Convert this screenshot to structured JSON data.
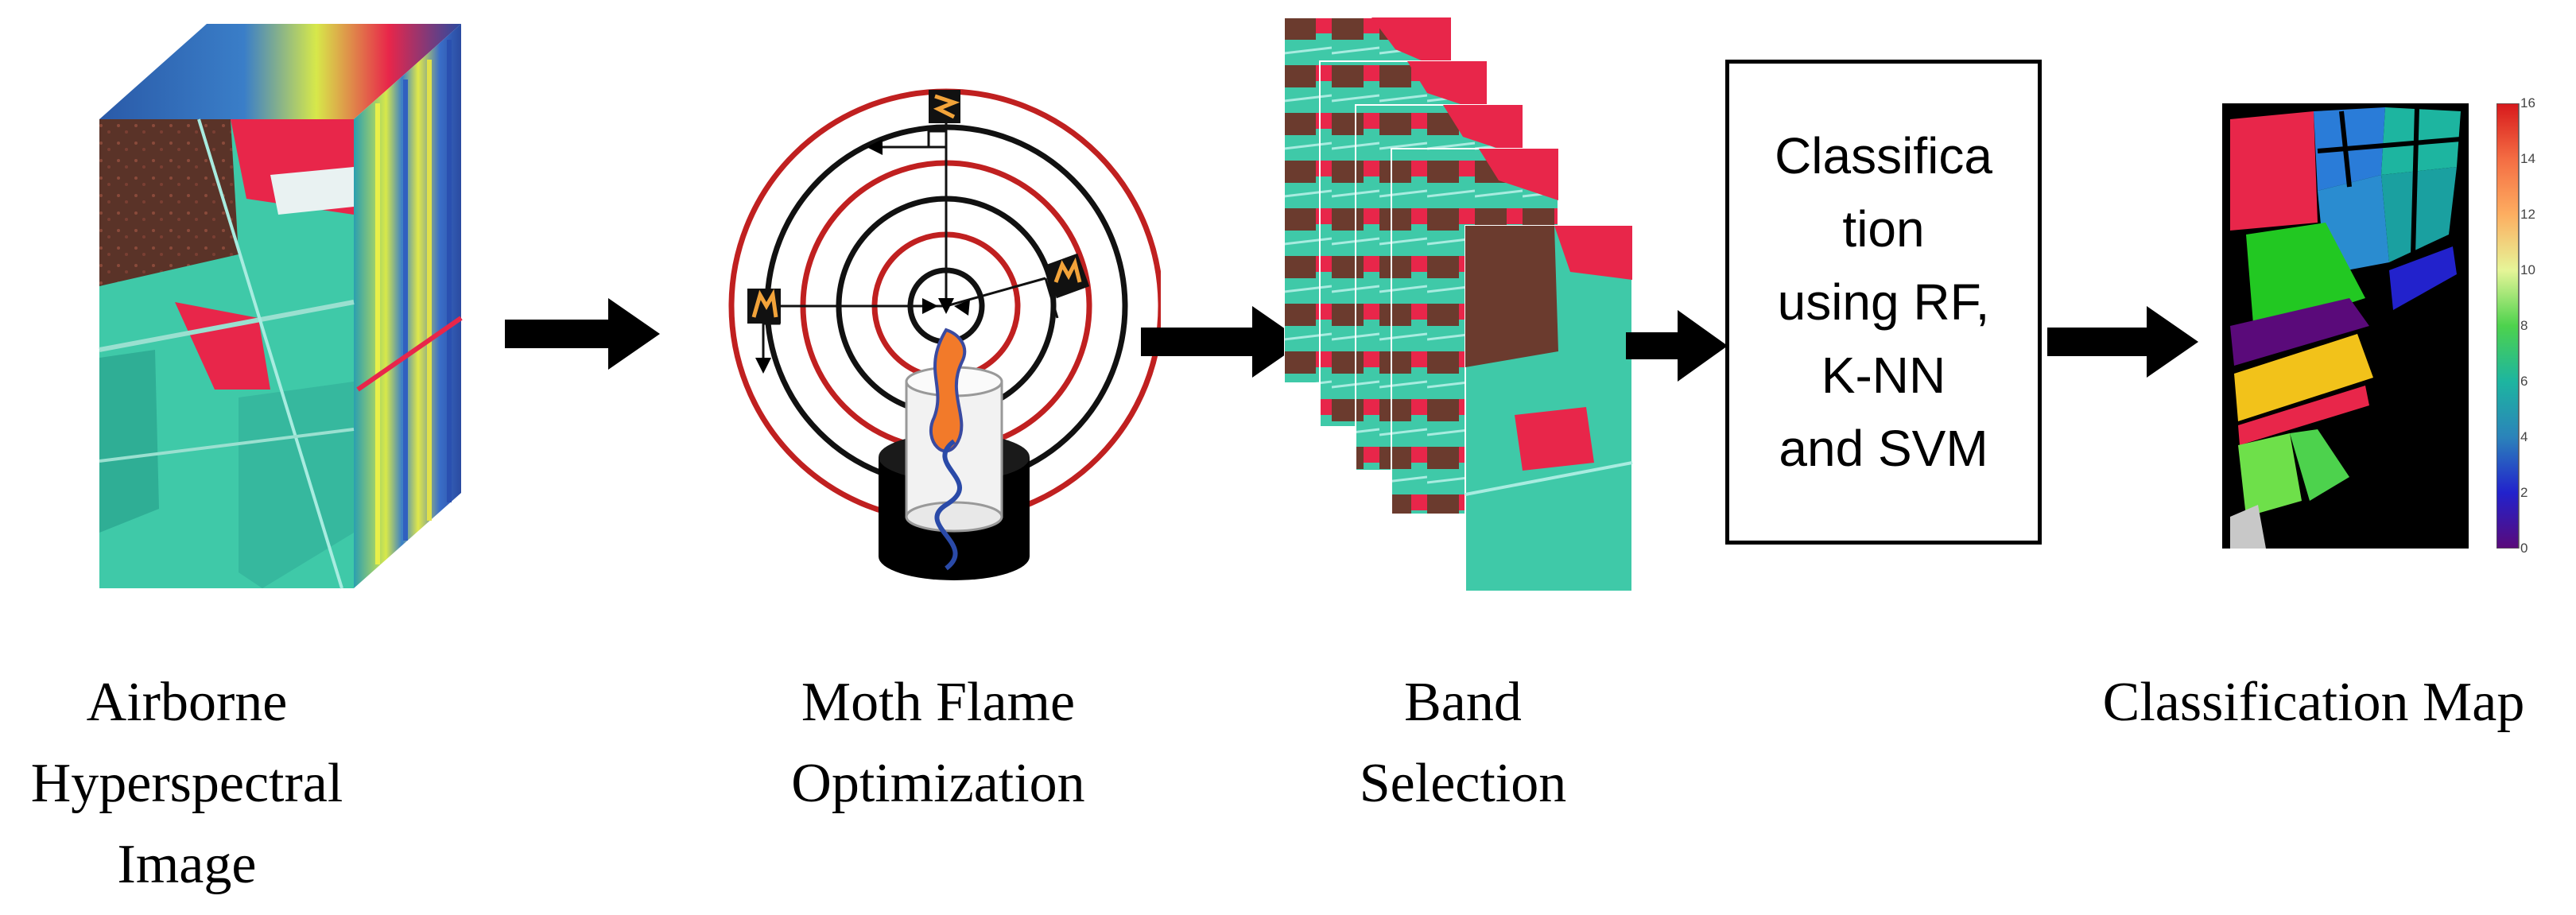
{
  "stages": [
    {
      "name": "airborne",
      "caption_lines": [
        "Airborne",
        "Hyperspectral",
        "Image"
      ]
    },
    {
      "name": "mfo",
      "caption_lines": [
        "Moth Flame",
        "Optimization"
      ]
    },
    {
      "name": "band",
      "caption_lines": [
        "Band",
        "Selection"
      ]
    },
    {
      "name": "classification",
      "box_lines": [
        "Classifica",
        "tion",
        "using RF,",
        "K-NN",
        "and SVM"
      ]
    },
    {
      "name": "map",
      "caption_lines": [
        "Classification Map"
      ]
    }
  ],
  "colorbar": {
    "ticks": [
      "16",
      "14",
      "12",
      "10",
      "8",
      "6",
      "4",
      "2",
      "0"
    ],
    "colors": [
      "#d7191c",
      "#f46d43",
      "#fdae61",
      "#e6f598",
      "#4dd24d",
      "#1db5a0",
      "#2b83ba",
      "#2222cc",
      "#5a0a7a"
    ]
  },
  "palette": {
    "field_red": "#e8264a",
    "field_teal": "#3fc9a8",
    "field_brown": "#6b3b2e",
    "arrow": "#000000"
  }
}
